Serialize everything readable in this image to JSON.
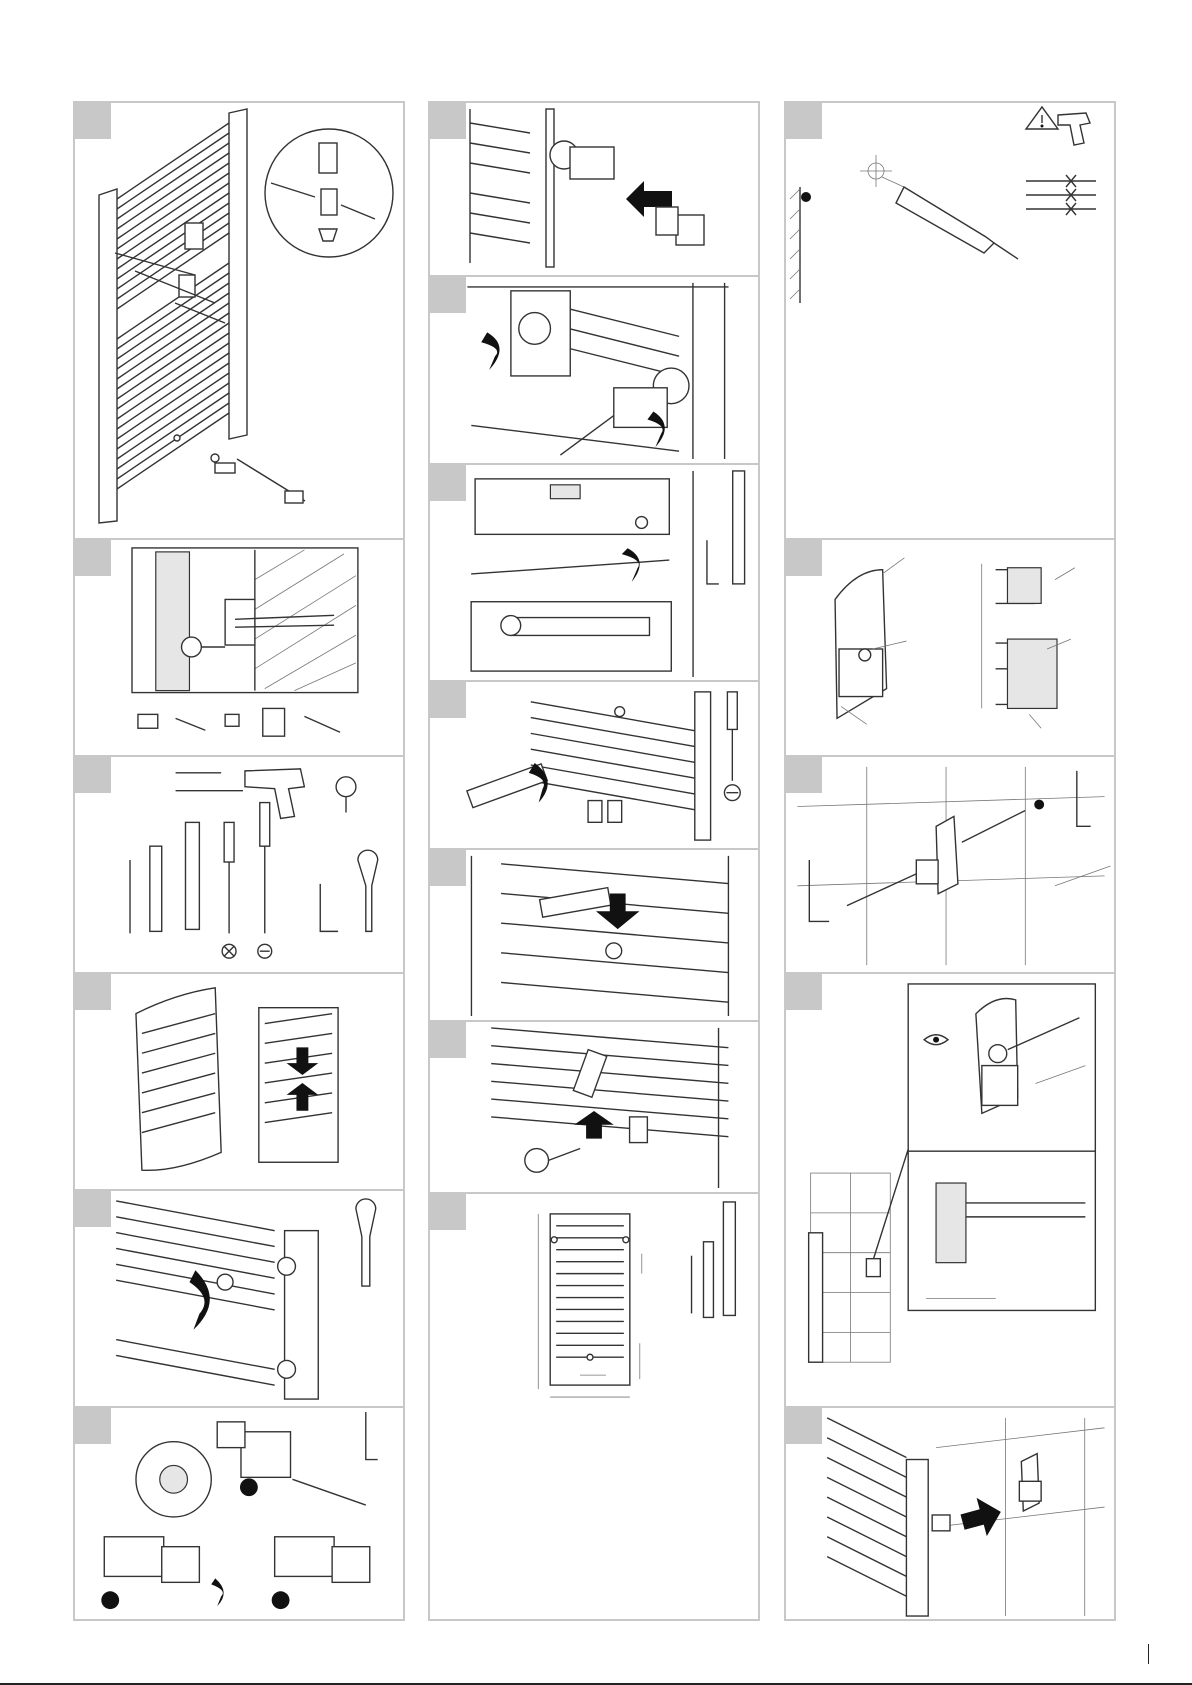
{
  "document": {
    "type": "installation-instructions",
    "columns": [
      {
        "id": "col-1",
        "steps": [
          "overview",
          "wall-fixing-detail",
          "tools",
          "unpacking",
          "wrench-step",
          "valve-adapter"
        ]
      },
      {
        "id": "col-2",
        "steps": [
          "insert-pin",
          "rotate-pin",
          "level-step",
          "screwdriver-step",
          "plug-insert",
          "bottom-screw",
          "measure"
        ]
      },
      {
        "id": "col-3",
        "steps": [
          "drilling-warning",
          "bracket-dimensions",
          "bracket-mount",
          "bracket-adjust",
          "hang-radiator"
        ]
      }
    ],
    "icons": [
      "warning-icon",
      "drill-icon",
      "eye-icon",
      "phillips-icon",
      "slotted-icon",
      "hex-key-icon",
      "wrench-icon"
    ],
    "colors": {
      "frame": "#c8c8c8",
      "line": "#333333",
      "arrow": "#111111"
    }
  }
}
